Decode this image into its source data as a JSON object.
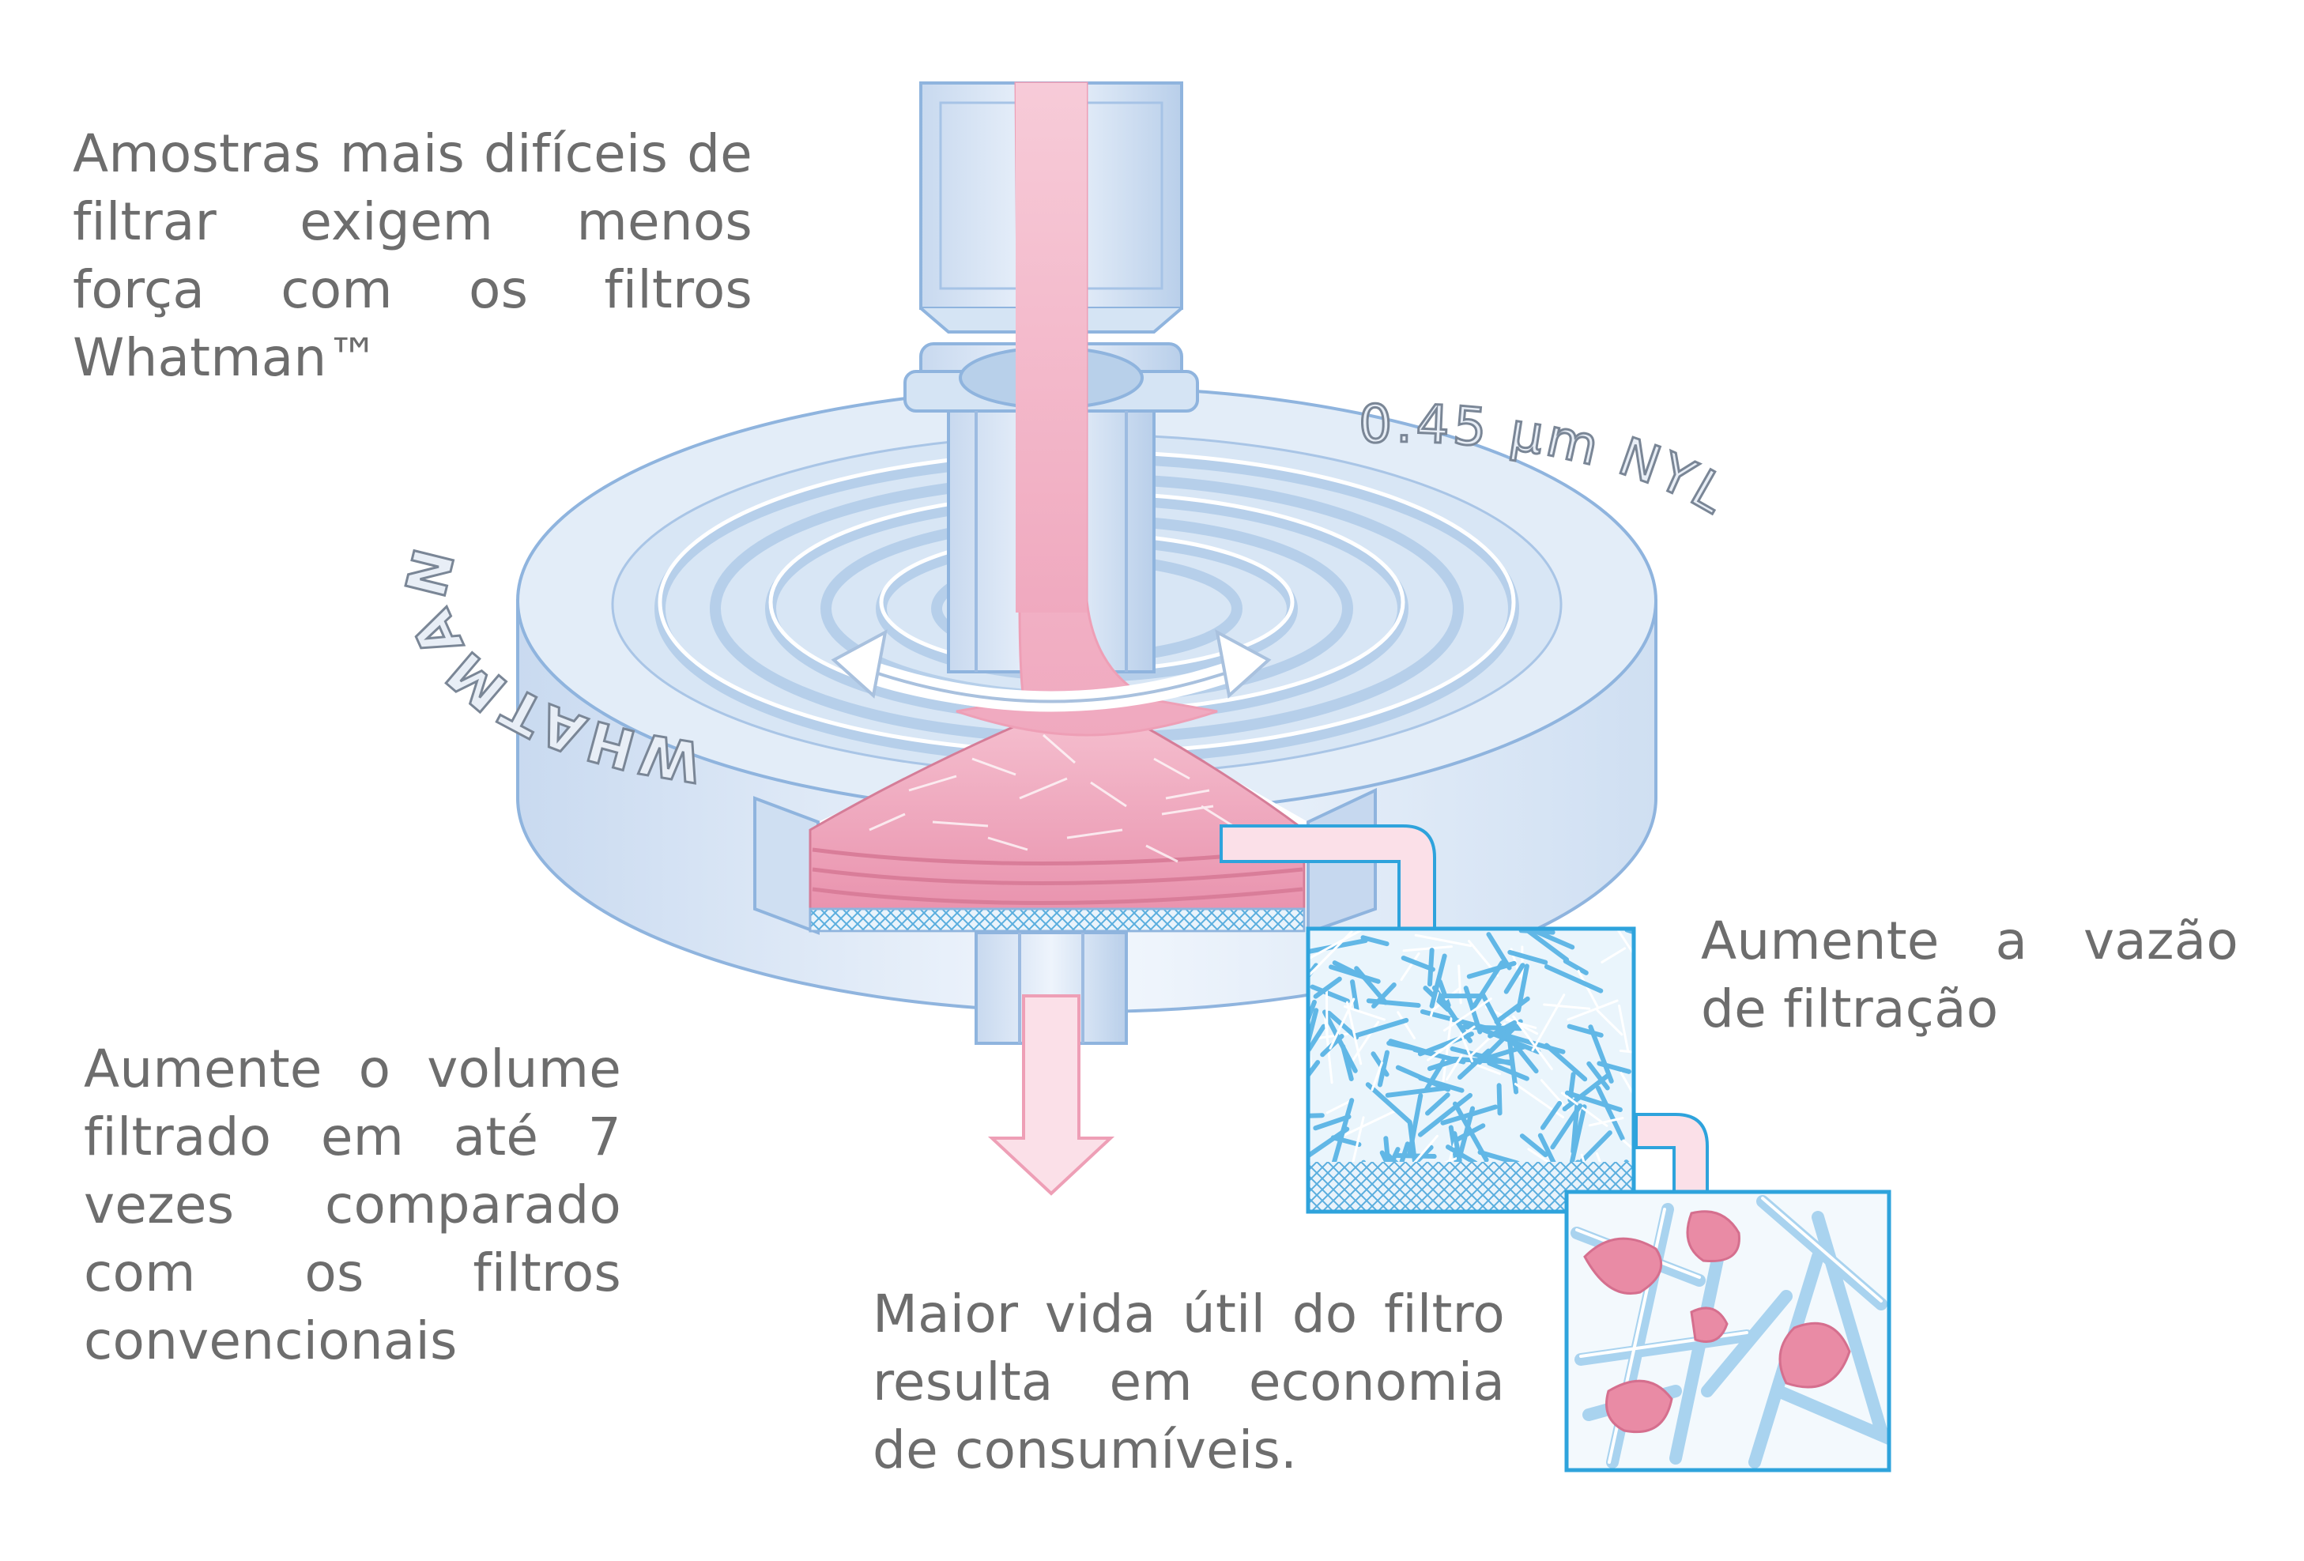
{
  "captions": {
    "top": "Amostras mais difíceis de filtrar exigem menos força com os filtros Whatman™",
    "left": "Aumente o volume filtrado em até 7 vezes comparado com os filtros convencionais",
    "right": "Aumente a vazão de filtração",
    "bottom": "Maior vida útil do filtro resulta em economia de consumíveis."
  },
  "filter_labels": {
    "brand": "WHATMAN",
    "spec": "0.45 μm NYL"
  },
  "colors": {
    "housing_blue": "#dde8f6",
    "outline_blue": "#8fb4de",
    "flow_pink": "#f2b7c8",
    "fiber_blue": "#61b7e6",
    "frame_blue": "#2ea3dc",
    "particle_pink": "#e98ba5",
    "text_gray": "#6d6d6d"
  }
}
